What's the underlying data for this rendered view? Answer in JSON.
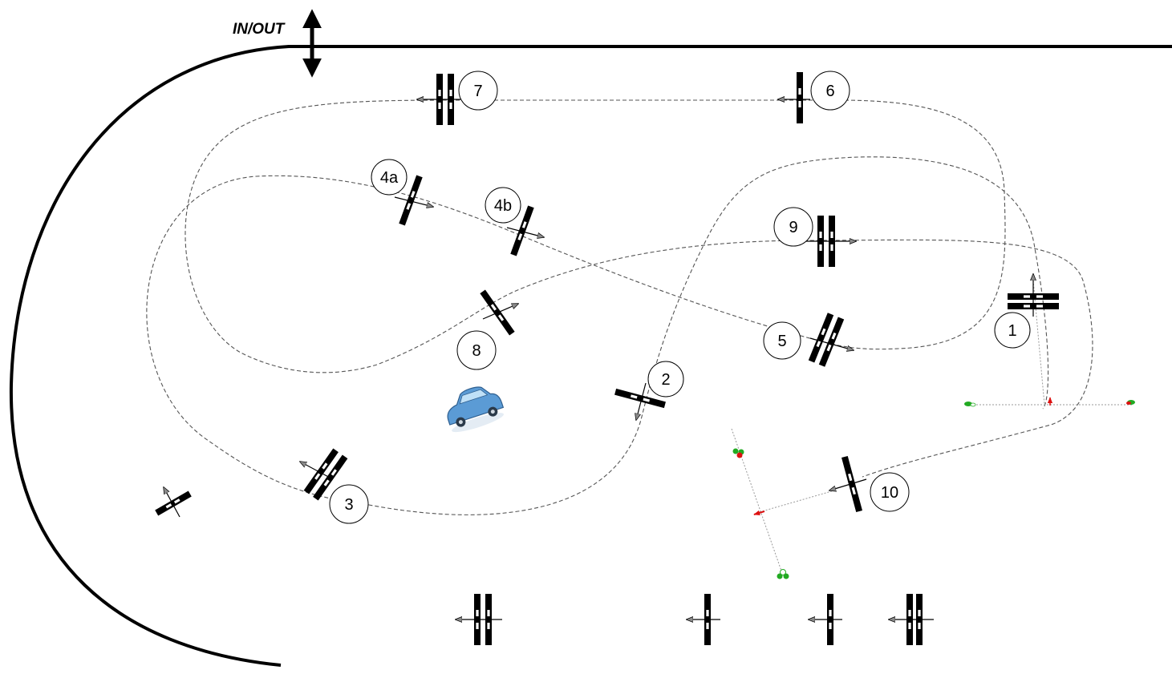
{
  "diagram": {
    "entrance_label": "IN/OUT",
    "gate_labels": [
      "1",
      "2",
      "3",
      "4a",
      "4b",
      "5",
      "6",
      "7",
      "8",
      "9",
      "10"
    ],
    "icons": [
      "car-icon",
      "gate-marker-icon",
      "direction-arrow-icon",
      "cone-icon"
    ],
    "colors": {
      "line": "#000000",
      "path": "#555555",
      "cone_red": "#dd1111",
      "cone_green": "#22aa22",
      "car": "#5b9bd5"
    }
  }
}
